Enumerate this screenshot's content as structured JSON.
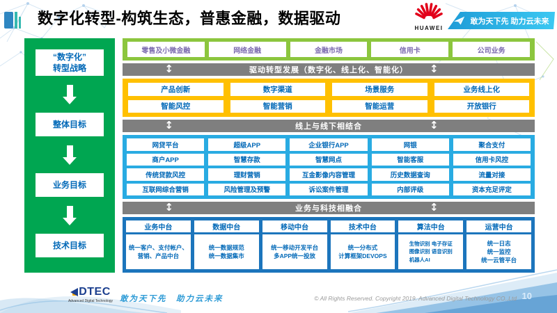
{
  "header": {
    "title": "数字化转型-构筑生态，普惠金融，数据驱动",
    "huawei_label": "HUAWEI",
    "banner_slogan": "敢为天下先 助力云未来"
  },
  "sidebar": {
    "items": [
      "“数字化”\n转型战略",
      "整体目标",
      "业务目标",
      "技术目标"
    ]
  },
  "main": {
    "business_lines": [
      "零售及小微金融",
      "网络金融",
      "金融市场",
      "信用卡",
      "公司业务"
    ],
    "band_drive": "驱动转型发展（数字化、线上化、智能化）",
    "transform_rows": [
      [
        "产品创新",
        "数字渠道",
        "场景服务",
        "业务线上化"
      ],
      [
        "智能风控",
        "智能营销",
        "智能运营",
        "开放银行"
      ]
    ],
    "band_online_offline": "线上与线下相结合",
    "application_rows": [
      [
        "网贷平台",
        "超级APP",
        "企业银行APP",
        "网银",
        "聚合支付"
      ],
      [
        "商户APP",
        "智慧存款",
        "智慧网点",
        "智能客服",
        "信用卡风控"
      ],
      [
        "传统贷款风控",
        "理财营销",
        "互金影像内容管理",
        "历史数据查询",
        "流量对接"
      ],
      [
        "互联网综合营销",
        "风险管理及预警",
        "诉讼案件管理",
        "内部评级",
        "资本充足评定"
      ]
    ],
    "band_fusion": "业务与科技相融合",
    "platforms": [
      {
        "title": "业务中台",
        "body": "统一客户、支付帐户、营销、产品中台"
      },
      {
        "title": "数据中台",
        "body": "统一数据规范\n统一数据集市"
      },
      {
        "title": "移动中台",
        "body": "统一移动开发平台\n多APP统一投放"
      },
      {
        "title": "技术中台",
        "body": "统一分布式\n计算框架DEVOPS"
      },
      {
        "title": "算法中台",
        "body": "生物识别 电子存证\n图像识别 语音识别\n机器人AI"
      },
      {
        "title": "运营中台",
        "body": "统一日志\n统一监控\n统一云管平台"
      }
    ]
  },
  "footer": {
    "logo_text": "DTEC",
    "logo_subtext": "Advanced Digital Technology",
    "slogan": "敢为天下先　助力云未来",
    "copyright": "© All Rights Reserved. Copyright 2019. Advanced Digital Technology CO.,Ltd",
    "page_number": "10"
  },
  "colors": {
    "sidebar_green": "#00A651",
    "light_green": "#8CC63E",
    "yellow": "#FFC000",
    "cyan": "#29ABE2",
    "dark_blue": "#1C75BC",
    "gray_band": "#7F7F7F",
    "box_text_blue": "#0068B7",
    "business_line_purple": "#7C6BAF",
    "huawei_red": "#E2001A",
    "banner_cyan": "#2FB5EA"
  }
}
